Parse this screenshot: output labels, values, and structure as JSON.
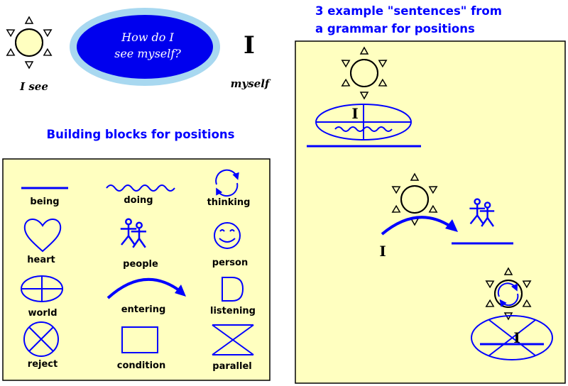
{
  "header": {
    "i_see_label": "I see",
    "bubble_line1": "How do I",
    "bubble_line2": "see myself?",
    "big_i": "I",
    "myself_label": "myself"
  },
  "blocks": {
    "title": "Building blocks for positions",
    "items": [
      {
        "label": "being"
      },
      {
        "label": "doing"
      },
      {
        "label": "thinking"
      },
      {
        "label": "heart"
      },
      {
        "label": "people"
      },
      {
        "label": "person"
      },
      {
        "label": "world"
      },
      {
        "label": "entering"
      },
      {
        "label": "listening"
      },
      {
        "label": "reject"
      },
      {
        "label": "condition"
      },
      {
        "label": "parallel"
      }
    ]
  },
  "examples": {
    "title_line1": "3 example \"sentences\" from",
    "title_line2": "a grammar for positions",
    "s1_i": "I",
    "s2_i": "I",
    "s3_i": "I"
  },
  "colors": {
    "panel_fill": "#FFFFC0",
    "accent_blue": "#0000FF",
    "bubble_outer": "#A8D8F0",
    "bubble_inner": "#0000EE"
  }
}
